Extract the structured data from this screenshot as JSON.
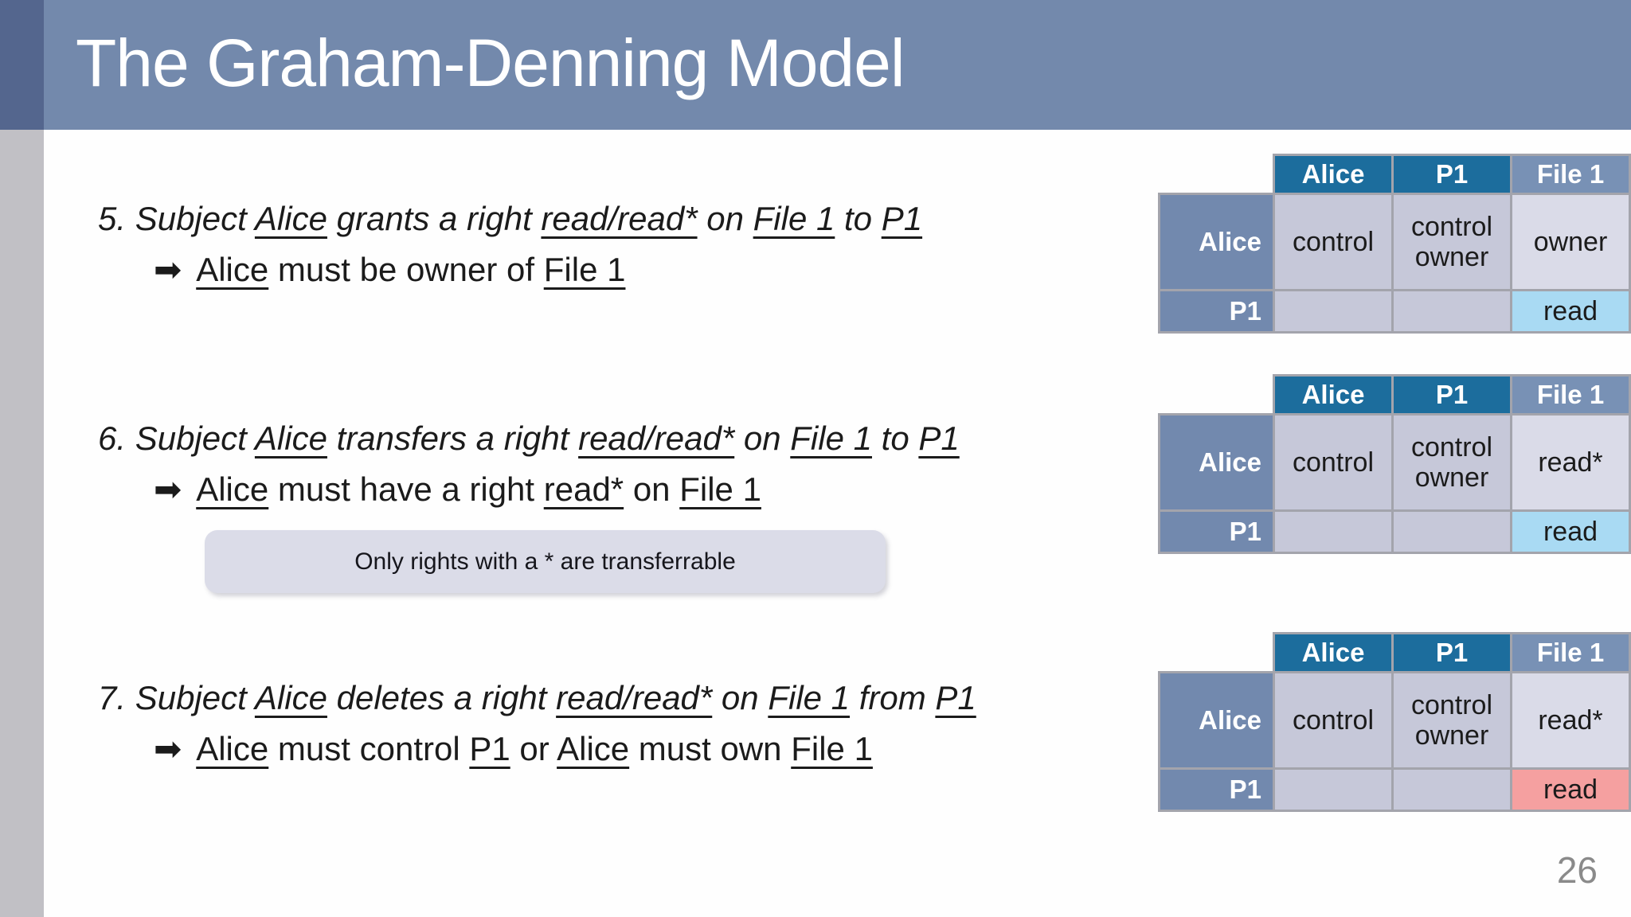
{
  "slide": {
    "title": "The Graham-Denning Model",
    "page_number": "26",
    "note_text": "Only rights with a * are transferrable"
  },
  "glyphs": {
    "arrow": "➡"
  },
  "colors": {
    "title_band": "#7389AC",
    "corner_square": "#54668E",
    "left_strip": "#C1C0C5",
    "note_bg": "#DBDCE8",
    "table_header": "#1C6D9D",
    "table_header_object": "#7891B5",
    "row_label": "#7289AE",
    "cell": "#C6C8D9",
    "cell_light": "#DADBE8",
    "cell_highlight_blue": "#A9DAF3",
    "cell_highlight_red": "#F5A0A0"
  },
  "points": [
    {
      "number": "5",
      "statement": [
        {
          "t": "5. Subject "
        },
        {
          "t": "Alice",
          "u": true
        },
        {
          "t": " grants a right "
        },
        {
          "t": "read/read*",
          "u": true
        },
        {
          "t": " on "
        },
        {
          "t": "File 1",
          "u": true
        },
        {
          "t": " to "
        },
        {
          "t": "P1",
          "u": true
        }
      ],
      "implication": [
        {
          "t": "Alice",
          "u": true
        },
        {
          "t": " must be owner of "
        },
        {
          "t": "File 1",
          "u": true
        }
      ]
    },
    {
      "number": "6",
      "statement": [
        {
          "t": "6. Subject "
        },
        {
          "t": "Alice",
          "u": true
        },
        {
          "t": " transfers a right "
        },
        {
          "t": "read/read*",
          "u": true
        },
        {
          "t": " on "
        },
        {
          "t": "File 1",
          "u": true
        },
        {
          "t": " to "
        },
        {
          "t": "P1",
          "u": true
        }
      ],
      "implication": [
        {
          "t": "Alice",
          "u": true
        },
        {
          "t": " must have a right "
        },
        {
          "t": "read*",
          "u": true
        },
        {
          "t": " on "
        },
        {
          "t": "File 1",
          "u": true
        }
      ]
    },
    {
      "number": "7",
      "statement": [
        {
          "t": "7. Subject "
        },
        {
          "t": "Alice",
          "u": true
        },
        {
          "t": " deletes a right "
        },
        {
          "t": "read/read*",
          "u": true
        },
        {
          "t": " on "
        },
        {
          "t": "File 1",
          "u": true
        },
        {
          "t": " from "
        },
        {
          "t": "P1",
          "u": true
        }
      ],
      "implication": [
        {
          "t": "Alice",
          "u": true
        },
        {
          "t": " must control "
        },
        {
          "t": "P1",
          "u": true
        },
        {
          "t": " or "
        },
        {
          "t": "Alice",
          "u": true
        },
        {
          "t": " must own "
        },
        {
          "t": "File 1",
          "u": true
        }
      ]
    }
  ],
  "tables": [
    {
      "name": "matrix-after-grant",
      "columns": [
        "Alice",
        "P1",
        "File 1"
      ],
      "rows": [
        {
          "label": "Alice",
          "cells": [
            {
              "text": "control"
            },
            {
              "text": "control\nowner"
            },
            {
              "text": "owner",
              "variant": "light"
            }
          ]
        },
        {
          "label": "P1",
          "cells": [
            {
              "text": ""
            },
            {
              "text": ""
            },
            {
              "text": "read",
              "variant": "blue"
            }
          ]
        }
      ]
    },
    {
      "name": "matrix-after-transfer",
      "columns": [
        "Alice",
        "P1",
        "File 1"
      ],
      "rows": [
        {
          "label": "Alice",
          "cells": [
            {
              "text": "control"
            },
            {
              "text": "control\nowner"
            },
            {
              "text": "read*",
              "variant": "light"
            }
          ]
        },
        {
          "label": "P1",
          "cells": [
            {
              "text": ""
            },
            {
              "text": ""
            },
            {
              "text": "read",
              "variant": "blue"
            }
          ]
        }
      ]
    },
    {
      "name": "matrix-after-delete",
      "columns": [
        "Alice",
        "P1",
        "File 1"
      ],
      "rows": [
        {
          "label": "Alice",
          "cells": [
            {
              "text": "control"
            },
            {
              "text": "control\nowner"
            },
            {
              "text": "read*",
              "variant": "light"
            }
          ]
        },
        {
          "label": "P1",
          "cells": [
            {
              "text": ""
            },
            {
              "text": ""
            },
            {
              "text": "read",
              "variant": "red"
            }
          ]
        }
      ]
    }
  ]
}
